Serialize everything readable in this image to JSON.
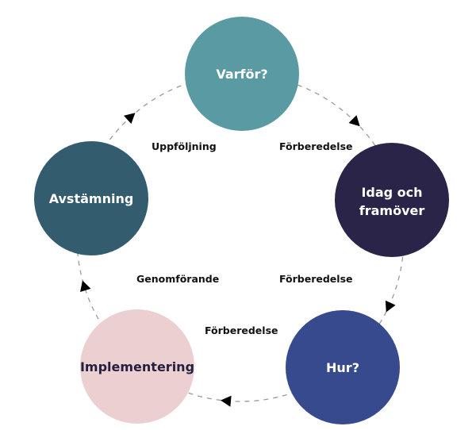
{
  "diagram": {
    "type": "cycle",
    "nodes": [
      {
        "id": "varfor",
        "label_lines": [
          "Varför?"
        ],
        "fill": "#5a9ba3",
        "text_color": "#ffffff"
      },
      {
        "id": "idag",
        "label_lines": [
          "Idag och",
          "framöver"
        ],
        "fill": "#2a2548",
        "text_color": "#ffffff"
      },
      {
        "id": "hur",
        "label_lines": [
          "Hur?"
        ],
        "fill": "#384a8e",
        "text_color": "#ffffff"
      },
      {
        "id": "implementering",
        "label_lines": [
          "Implementering"
        ],
        "fill": "#ecd0d1",
        "text_color": "#221f40"
      },
      {
        "id": "avstamning",
        "label_lines": [
          "Avstämning"
        ],
        "fill": "#335c6e",
        "text_color": "#ffffff"
      }
    ],
    "edges": [
      {
        "from": "varfor",
        "to": "idag",
        "label": "Förberedelse"
      },
      {
        "from": "idag",
        "to": "hur",
        "label": "Förberedelse"
      },
      {
        "from": "hur",
        "to": "implementering",
        "label": "Förberedelse"
      },
      {
        "from": "implementering",
        "to": "avstamning",
        "label": "Genomförande"
      },
      {
        "from": "avstamning",
        "to": "varfor",
        "label": "Uppföljning"
      }
    ],
    "connector_color": "#9a9a9a",
    "arrow_color": "#000000"
  }
}
